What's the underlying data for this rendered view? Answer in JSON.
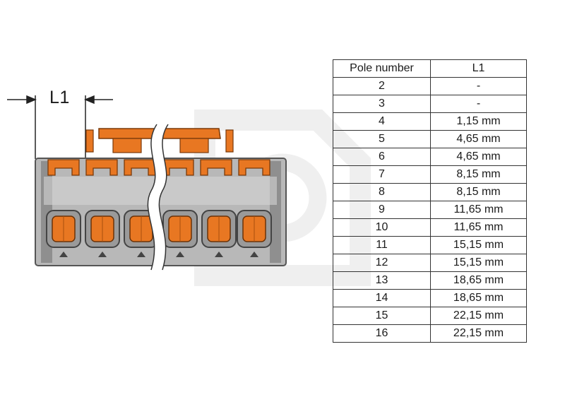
{
  "dimension_label": "L1",
  "table": {
    "headers": [
      "Pole number",
      "L1"
    ],
    "rows": [
      [
        "2",
        "-"
      ],
      [
        "3",
        "-"
      ],
      [
        "4",
        "1,15 mm"
      ],
      [
        "5",
        "4,65 mm"
      ],
      [
        "6",
        "4,65 mm"
      ],
      [
        "7",
        "8,15 mm"
      ],
      [
        "8",
        "8,15 mm"
      ],
      [
        "9",
        "11,65 mm"
      ],
      [
        "10",
        "11,65 mm"
      ],
      [
        "11",
        "15,15 mm"
      ],
      [
        "12",
        "15,15 mm"
      ],
      [
        "13",
        "18,65 mm"
      ],
      [
        "14",
        "18,65 mm"
      ],
      [
        "15",
        "22,15 mm"
      ],
      [
        "16",
        "22,15 mm"
      ]
    ]
  },
  "colors": {
    "housing": "#a9a9a9",
    "housing_dark": "#5a5a5a",
    "lever": "#e87722",
    "lever_dark": "#a84f0e"
  }
}
